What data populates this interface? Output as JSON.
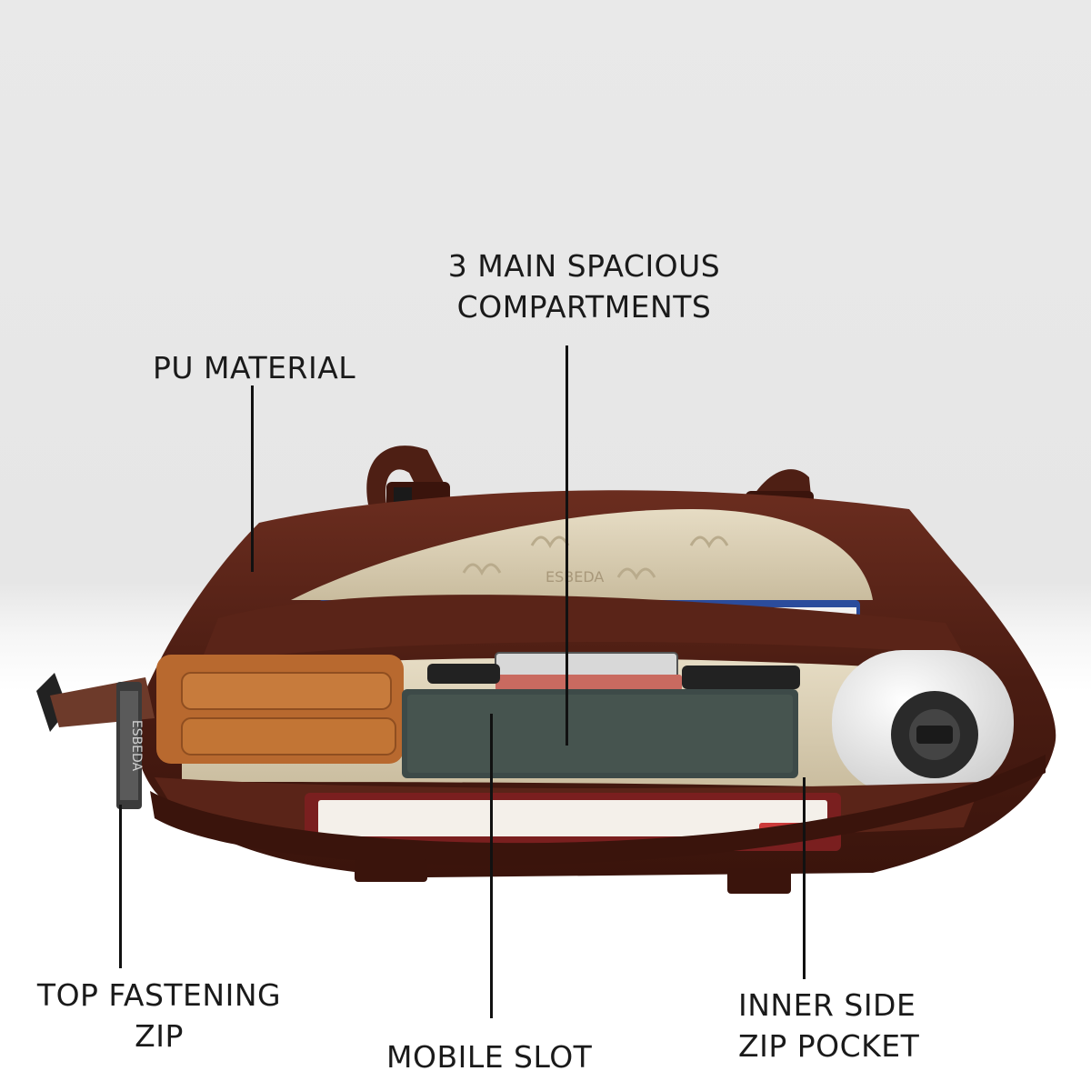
{
  "callouts": {
    "compartments": {
      "line1": "3 MAIN SPACIOUS",
      "line2": "COMPARTMENTS"
    },
    "material": {
      "line1": "PU MATERIAL"
    },
    "top_zip": {
      "line1": "TOP FASTENING",
      "line2": "ZIP"
    },
    "mobile_slot": {
      "line1": "MOBILE SLOT"
    },
    "inner_pocket": {
      "line1": "INNER SIDE",
      "line2": "ZIP POCKET"
    }
  },
  "logos": {
    "lining_brand": "ESBEDA",
    "zip_tag": "ESBEDA"
  },
  "colors": {
    "leather": "#4a1c12",
    "leather_highlight": "#7a3a2a",
    "lining": "#d9cdb2",
    "wallet": "#b8692f",
    "book": "#3d4a48",
    "bottle": "#ececec",
    "notebook_red": "#7a1f1f",
    "leader_lines": "#111111"
  }
}
